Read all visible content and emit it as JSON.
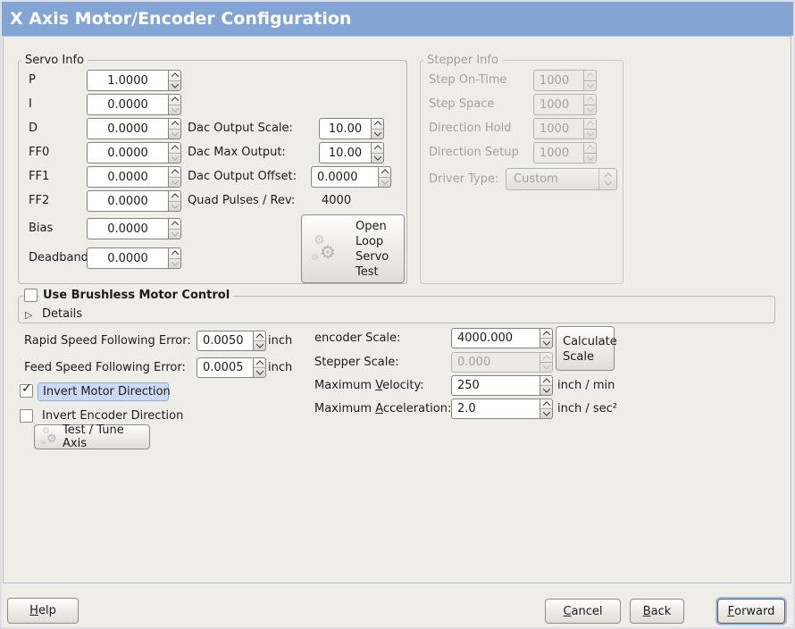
{
  "window": {
    "title": "X Axis Motor/Encoder Configuration"
  },
  "colors": {
    "titlebar": "#82a5d5",
    "highlight": "#cbdaf2"
  },
  "servo": {
    "title": "Servo Info",
    "fields": [
      {
        "label": "P",
        "value": "1.0000"
      },
      {
        "label": "I",
        "value": "0.0000"
      },
      {
        "label": "D",
        "value": "0.0000"
      },
      {
        "label": "FF0",
        "value": "0.0000"
      },
      {
        "label": "FF1",
        "value": "0.0000"
      },
      {
        "label": "FF2",
        "value": "0.0000"
      },
      {
        "label": "Bias",
        "value": "0.0000"
      },
      {
        "label": "Deadband",
        "value": "0.0000"
      }
    ],
    "dac": [
      {
        "label": "Dac Output Scale:",
        "value": "10.00"
      },
      {
        "label": "Dac Max Output:",
        "value": "10.00"
      },
      {
        "label": "Dac Output Offset:",
        "value": "0.0000"
      }
    ],
    "quad_label": "Quad Pulses / Rev:",
    "quad_value": "4000",
    "open_loop_lines": [
      "Open",
      "Loop",
      "Servo",
      "Test"
    ]
  },
  "stepper": {
    "title": "Stepper Info",
    "fields": [
      {
        "label": "Step On-Time",
        "value": "1000"
      },
      {
        "label": "Step Space",
        "value": "1000"
      },
      {
        "label": "Direction Hold",
        "value": "1000"
      },
      {
        "label": "Direction Setup",
        "value": "1000"
      }
    ],
    "driver_label": "Driver Type:",
    "driver_value": "Custom"
  },
  "brushless": {
    "label": "Use Brushless Motor Control",
    "details": "Details"
  },
  "ferr": {
    "rapid_label": "Rapid Speed Following Error:",
    "rapid_value": "0.0050",
    "rapid_unit": "inch",
    "feed_label": "Feed Speed Following Error:",
    "feed_value": "0.0005",
    "feed_unit": "inch"
  },
  "scale": {
    "encoder_label": "encoder Scale:",
    "encoder_value": "4000.000",
    "calc_lines": [
      "Calculate",
      "Scale"
    ],
    "stepper_label": "Stepper Scale:",
    "stepper_value": "0.000",
    "vel_label": {
      "text": "Maximum Velocity:",
      "idx": 8
    },
    "vel_value": "250",
    "vel_unit": "inch / min",
    "acc_label": {
      "text": "Maximum Acceleration:",
      "idx": 8
    },
    "acc_value": "2.0",
    "acc_unit": "inch / sec²"
  },
  "direction": {
    "invert_motor": "Invert Motor Direction",
    "invert_encoder": "Invert Encoder Direction",
    "test_tune": "Test / Tune Axis"
  },
  "footer": {
    "help": {
      "text": "Help",
      "idx": 0
    },
    "cancel": {
      "text": "Cancel",
      "idx": 0
    },
    "back": {
      "text": "Back",
      "idx": 0
    },
    "forward": {
      "text": "Forward",
      "idx": 0
    }
  }
}
